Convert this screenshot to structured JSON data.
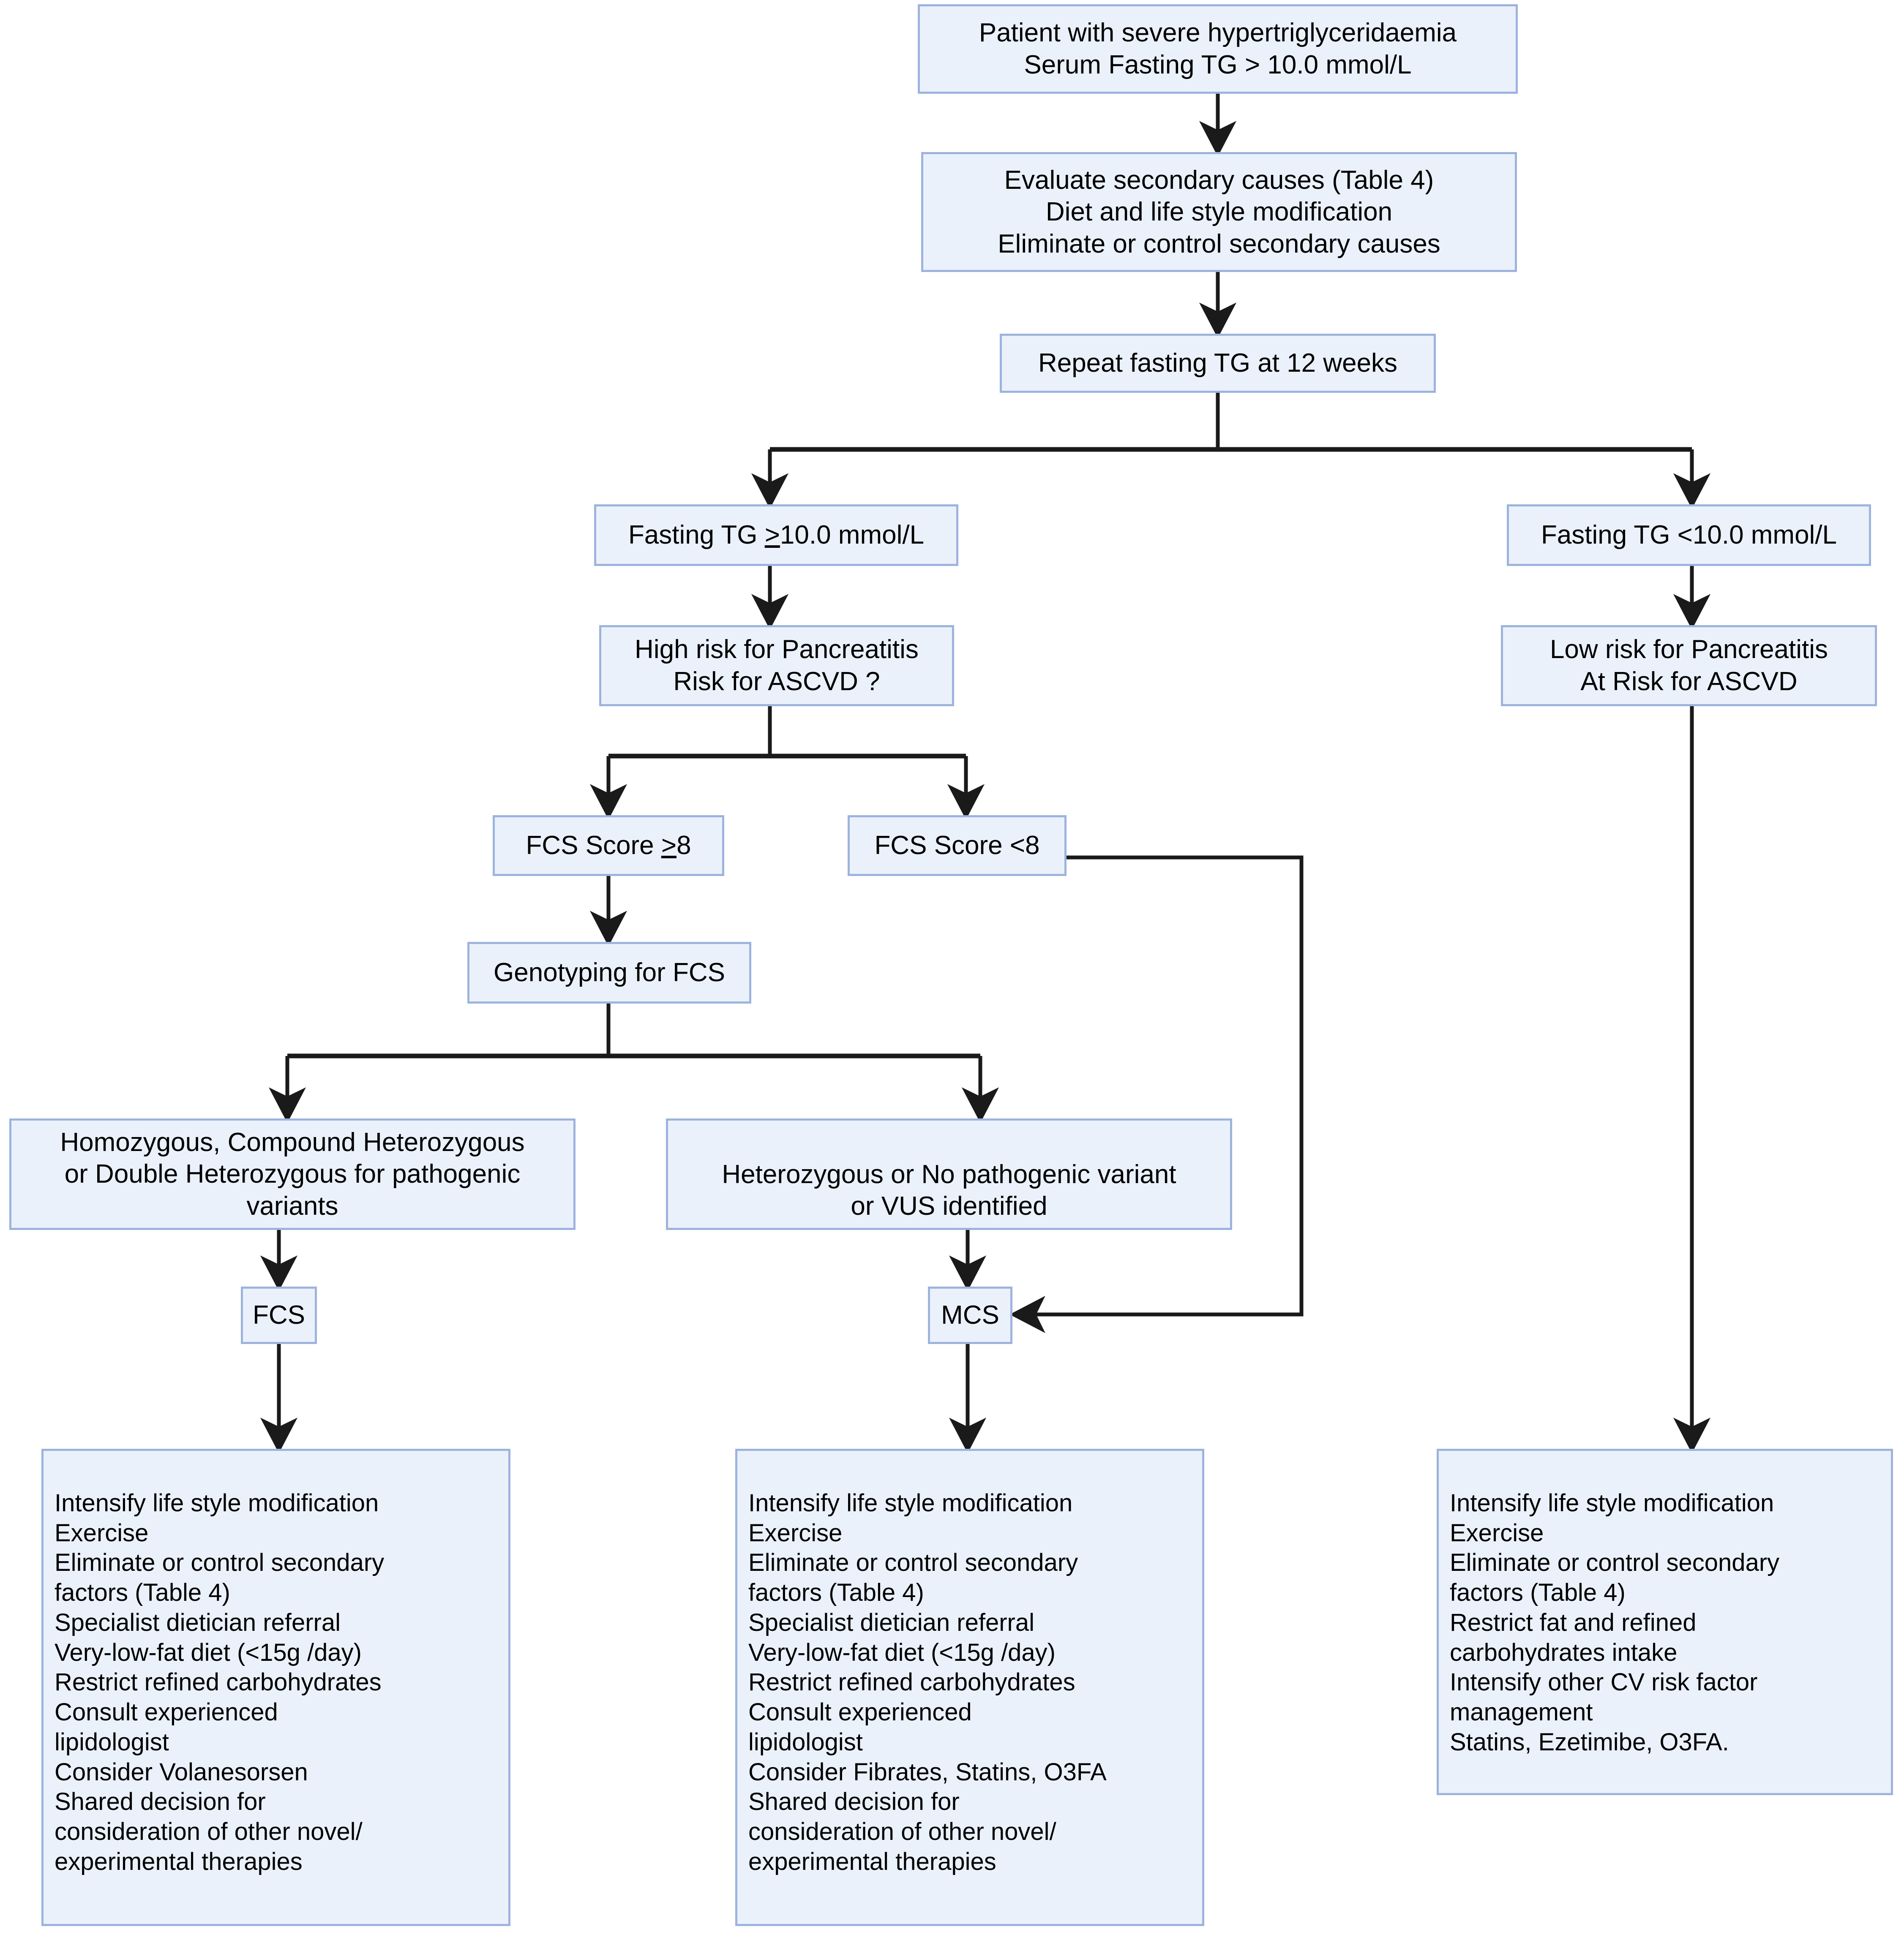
{
  "diagram": {
    "title": "Management algorithm for severe hypertriglyceridaemia",
    "colors": {
      "node_fill": "#eaf1fb",
      "node_border": "#9db3dd",
      "connector": "#1a1a1a",
      "text": "#000000",
      "background": "#ffffff"
    }
  },
  "nodes": {
    "patient": {
      "id": "patient",
      "label": "Patient with severe hypertriglyceridaemia\nSerum Fasting TG > 10.0 mmol/L"
    },
    "evaluate": {
      "id": "evaluate",
      "label": "Evaluate secondary causes (Table 4)\nDiet and life style modification\nEliminate or control secondary causes"
    },
    "repeat": {
      "id": "repeat",
      "label": "Repeat fasting TG at 12 weeks"
    },
    "tg_high": {
      "id": "tg_high",
      "label": "Fasting TG ≧10.0 mmol/L"
    },
    "tg_low": {
      "id": "tg_low",
      "label": "Fasting TG <10.0 mmol/L"
    },
    "high_risk": {
      "id": "high_risk",
      "label": "High risk for Pancreatitis\nRisk for ASCVD ?"
    },
    "low_risk": {
      "id": "low_risk",
      "label": "Low risk for Pancreatitis\nAt Risk for ASCVD"
    },
    "fcs_ge8": {
      "id": "fcs_ge8",
      "label": "FCS Score ≧8"
    },
    "fcs_lt8": {
      "id": "fcs_lt8",
      "label": "FCS Score <8"
    },
    "genotyping": {
      "id": "genotyping",
      "label": "Genotyping for FCS"
    },
    "homozygous": {
      "id": "homozygous",
      "label": "Homozygous, Compound Heterozygous\nor Double Heterozygous for pathogenic\nvariants"
    },
    "heterozygous": {
      "id": "heterozygous",
      "label": "Heterozygous or No pathogenic variant\nor VUS identified"
    },
    "fcs": {
      "id": "fcs",
      "label": "FCS"
    },
    "mcs": {
      "id": "mcs",
      "label": "MCS"
    },
    "treatment_fcs": {
      "id": "treatment_fcs",
      "label": "Intensify life style modification\nExercise\nEliminate or control secondary\nfactors (Table 4)\nSpecialist dietician referral\nVery-low-fat diet (<15g /day)\nRestrict refined carbohydrates\nConsult experienced\nlipidologist\nConsider Volanesorsen\nShared decision for\nconsideration of other novel/\nexperimental therapies"
    },
    "treatment_mcs": {
      "id": "treatment_mcs",
      "label": "Intensify life style modification\nExercise\nEliminate or control secondary\nfactors (Table 4)\nSpecialist dietician referral\nVery-low-fat diet (<15g /day)\nRestrict refined carbohydrates\nConsult experienced\nlipidologist\nConsider Fibrates, Statins, O3FA\nShared decision for\nconsideration of other novel/\nexperimental therapies"
    },
    "treatment_low": {
      "id": "treatment_low",
      "label": "Intensify life style modification\nExercise\nEliminate or control secondary\nfactors (Table 4)\nRestrict fat and  refined\ncarbohydrates intake\nIntensify other CV risk factor\nmanagement\nStatins,  Ezetimibe, O3FA."
    }
  },
  "edges": [
    {
      "from": "patient",
      "to": "evaluate",
      "kind": "arrow-down"
    },
    {
      "from": "evaluate",
      "to": "repeat",
      "kind": "arrow-down"
    },
    {
      "from": "repeat",
      "to": "tg_high",
      "kind": "split-left"
    },
    {
      "from": "repeat",
      "to": "tg_low",
      "kind": "split-right"
    },
    {
      "from": "tg_high",
      "to": "high_risk",
      "kind": "arrow-down"
    },
    {
      "from": "tg_low",
      "to": "low_risk",
      "kind": "arrow-down"
    },
    {
      "from": "high_risk",
      "to": "fcs_ge8",
      "kind": "split-left"
    },
    {
      "from": "high_risk",
      "to": "fcs_lt8",
      "kind": "split-right"
    },
    {
      "from": "fcs_ge8",
      "to": "genotyping",
      "kind": "arrow-down"
    },
    {
      "from": "genotyping",
      "to": "homozygous",
      "kind": "split-left"
    },
    {
      "from": "genotyping",
      "to": "heterozygous",
      "kind": "split-right"
    },
    {
      "from": "fcs_lt8",
      "to": "mcs",
      "kind": "route-right-down-left"
    },
    {
      "from": "homozygous",
      "to": "fcs",
      "kind": "arrow-down"
    },
    {
      "from": "heterozygous",
      "to": "mcs",
      "kind": "arrow-down"
    },
    {
      "from": "fcs",
      "to": "treatment_fcs",
      "kind": "arrow-down"
    },
    {
      "from": "mcs",
      "to": "treatment_mcs",
      "kind": "arrow-down"
    },
    {
      "from": "low_risk",
      "to": "treatment_low",
      "kind": "arrow-down"
    }
  ]
}
